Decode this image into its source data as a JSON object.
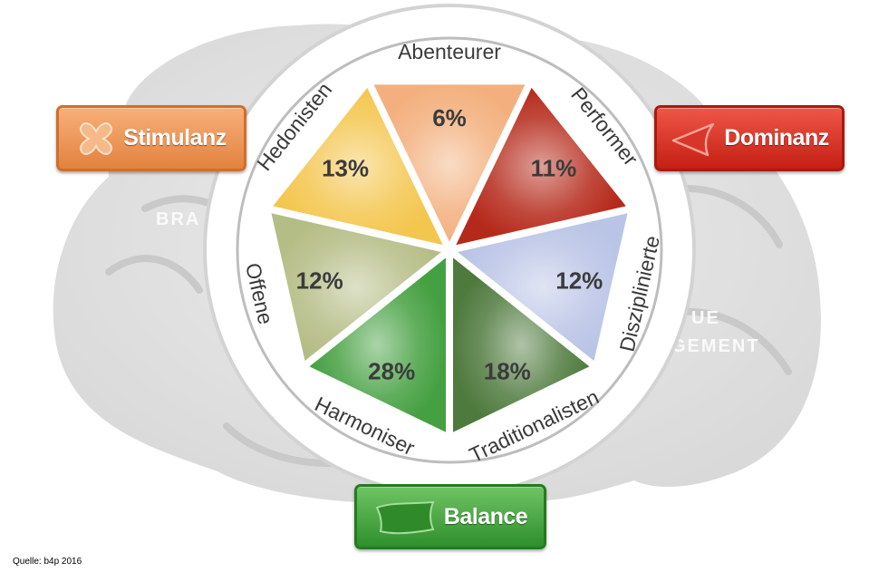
{
  "chart_data": {
    "type": "pie",
    "segments": [
      {
        "name": "Abenteurer",
        "value": 6,
        "label": "6%",
        "color": "#f3b07e"
      },
      {
        "name": "Performer",
        "value": 11,
        "label": "11%",
        "color": "#b5291a"
      },
      {
        "name": "Disziplinierte",
        "value": 12,
        "label": "12%",
        "color": "#bac4e6"
      },
      {
        "name": "Traditionalisten",
        "value": 18,
        "label": "18%",
        "color": "#4f7a3e"
      },
      {
        "name": "Harmoniser",
        "value": 28,
        "label": "28%",
        "color": "#45a041"
      },
      {
        "name": "Offene",
        "value": 12,
        "label": "12%",
        "color": "#b5bd86"
      },
      {
        "name": "Hedonisten",
        "value": 13,
        "label": "13%",
        "color": "#f4c64e"
      }
    ],
    "background_text": [
      "BRA",
      "UE",
      "GEMENT"
    ]
  },
  "badges": {
    "stimulanz": {
      "label": "Stimulanz",
      "icon": "x-shape-icon",
      "color": "#e8894a"
    },
    "dominanz": {
      "label": "Dominanz",
      "icon": "arrowhead-icon",
      "color": "#d4281b"
    },
    "balance": {
      "label": "Balance",
      "icon": "flag-icon",
      "color": "#3f9c39"
    }
  },
  "source": "Quelle: b4p 2016"
}
